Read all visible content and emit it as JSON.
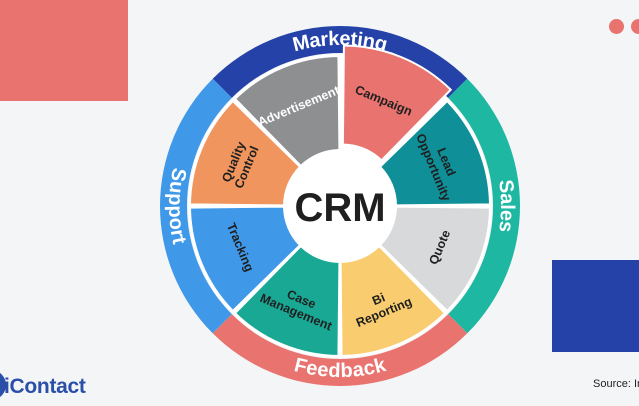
{
  "title": "CRM",
  "outer_ring": [
    {
      "id": "marketing",
      "label": "Marketing",
      "color": "#2542a8"
    },
    {
      "id": "sales",
      "label": "Sales",
      "color": "#1db7a2"
    },
    {
      "id": "feedback",
      "label": "Feedback",
      "color": "#e9736f"
    },
    {
      "id": "support",
      "label": "Support",
      "color": "#3f99e8"
    }
  ],
  "segments": [
    {
      "id": "campaign",
      "lines": [
        "Campaign"
      ],
      "color": "#e9736f"
    },
    {
      "id": "lead-opportunity",
      "lines": [
        "Lead",
        "Opportunity"
      ],
      "color": "#0f8f98"
    },
    {
      "id": "quote",
      "lines": [
        "Quote"
      ],
      "color": "#d8d9db"
    },
    {
      "id": "bi-reporting",
      "lines": [
        "Bi",
        "Reporting"
      ],
      "color": "#f9cd6f"
    },
    {
      "id": "case-management",
      "lines": [
        "Case",
        "Management"
      ],
      "color": "#18a894"
    },
    {
      "id": "tracking",
      "lines": [
        "Tracking"
      ],
      "color": "#3f99e8"
    },
    {
      "id": "quality-control",
      "lines": [
        "Quality",
        "Control"
      ],
      "color": "#f1955e"
    },
    {
      "id": "advertisement",
      "lines": [
        "Advertisement"
      ],
      "color": "#8e8f91"
    }
  ],
  "footer": {
    "logo": "iContact",
    "source": "Source: In"
  }
}
